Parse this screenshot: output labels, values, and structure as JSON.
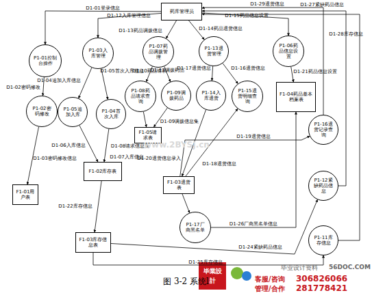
{
  "diagram": {
    "caption": "图 3-2 系统l",
    "nodes": [
      {
        "text": [
          "药库管理员"
        ]
      },
      {
        "text": [
          "P1-01控制台操作"
        ]
      },
      {
        "text": [
          "P1-03入库管理"
        ]
      },
      {
        "text": [
          "P1-07药品调拨管理"
        ]
      },
      {
        "text": [
          "P1-13退货管理"
        ]
      },
      {
        "text": [
          "P1-06药品信息设置"
        ]
      },
      {
        "text": [
          "P1-02密码修改"
        ]
      },
      {
        "text": [
          "P1-05追加入库"
        ]
      },
      {
        "text": [
          "P1-04首次入库"
        ]
      },
      {
        "text": [
          "P1-08药品请求查询"
        ]
      },
      {
        "text": [
          "P1-09调拨药品"
        ]
      },
      {
        "text": [
          "P1-14入库退货"
        ]
      },
      {
        "text": [
          "P1-15退货明细查询"
        ]
      },
      {
        "text": [
          "F1-04药品基本档案表"
        ]
      },
      {
        "text": [
          "P1-16退货记录查询"
        ]
      },
      {
        "text": [
          "F1-05请求表"
        ]
      },
      {
        "text": [
          "F1-02库存表"
        ]
      },
      {
        "text": [
          "F1-01用户表"
        ]
      },
      {
        "text": [
          "F1-03退货表"
        ]
      },
      {
        "text": [
          "P1-17厂商黑名单"
        ]
      },
      {
        "text": [
          "P1-12紧缺药品信息"
        ]
      },
      {
        "text": [
          "P1-11库存信息"
        ]
      },
      {
        "text": [
          "F1-03库存信息表"
        ]
      }
    ],
    "edges": [
      {
        "from": 0,
        "to": 1,
        "label": "D1-01登录信息",
        "arrow": "to"
      },
      {
        "from": 0,
        "to": 2,
        "label": "D1-12入库管理信息",
        "arrow": "to"
      },
      {
        "from": 0,
        "to": 3,
        "label": "D1-13药品调拨信息",
        "arrow": "to"
      },
      {
        "from": 0,
        "to": 4,
        "label": "D1-14药品退货信息",
        "arrow": "to"
      },
      {
        "from": 0,
        "to": 5,
        "label": "D1-15药品信息设置",
        "arrow": "to"
      },
      {
        "from": 14,
        "to": 0,
        "label": "D1-29退货信息",
        "arrow": "to"
      },
      {
        "from": 20,
        "to": 0,
        "label": "D1-27紧缺药品信息",
        "arrow": "to"
      },
      {
        "from": 21,
        "to": 0,
        "label": "D1-28库存信息",
        "arrow": "to"
      },
      {
        "from": 1,
        "to": 6,
        "label": "D1-02密码修改",
        "arrow": "to"
      },
      {
        "from": 2,
        "to": 7,
        "label": "D1-04追加入库信息",
        "arrow": "to"
      },
      {
        "from": 2,
        "to": 8,
        "label": "D1-05首次入库信息",
        "arrow": "to"
      },
      {
        "from": 6,
        "to": 17,
        "label": "D1-03密码修改信息",
        "arrow": "to"
      },
      {
        "from": 7,
        "to": 16,
        "label": "D1-06入库信息",
        "arrow": "to"
      },
      {
        "from": 8,
        "to": 16,
        "label": "D1-07入库信息",
        "arrow": "to"
      },
      {
        "from": 3,
        "to": 9,
        "label": "D1-10药品请求",
        "arrow": "to"
      },
      {
        "from": 3,
        "to": 10,
        "label": "D1-11调拨药品",
        "arrow": "to"
      },
      {
        "from": 9,
        "to": 15,
        "label": "D1-08请求信息集",
        "arrow": "to"
      },
      {
        "from": 10,
        "to": 15,
        "label": "D1-09调拨信息集",
        "arrow": "to"
      },
      {
        "from": 4,
        "to": 11,
        "label": "D1-17退货信息",
        "arrow": "to"
      },
      {
        "from": 4,
        "to": 12,
        "label": "D1-16退货信息",
        "arrow": "to"
      },
      {
        "from": 11,
        "to": 18,
        "label": "D1-20退货信息录入",
        "arrow": "to"
      },
      {
        "from": 18,
        "to": 12,
        "label": "D1-18退货信息",
        "arrow": "to"
      },
      {
        "from": 5,
        "to": 13,
        "label": "D1-21药品信息设置",
        "arrow": "to"
      },
      {
        "from": 19,
        "to": 13,
        "label": "D1-26厂商黑名单信息",
        "arrow": "to"
      },
      {
        "from": 18,
        "to": 14,
        "label": "D1-19退货信息",
        "arrow": "to"
      },
      {
        "from": 16,
        "to": 22,
        "label": "D1-22库存信息",
        "arrow": "to"
      },
      {
        "from": 22,
        "to": 20,
        "label": "D1-24紧缺药品信息",
        "arrow": "to"
      },
      {
        "from": 22,
        "to": 21,
        "label": "D1-25库存信息",
        "arrow": "to"
      },
      {
        "from": 18,
        "to": 19,
        "arrow": "to"
      }
    ],
    "labels": [
      "毕業設計",
      "毕业设计资料",
      "56DOC.COM",
      "客服/咨询",
      "306826066",
      "管理/合作",
      "281778421",
      "www.2BYSJ.cn"
    ]
  }
}
